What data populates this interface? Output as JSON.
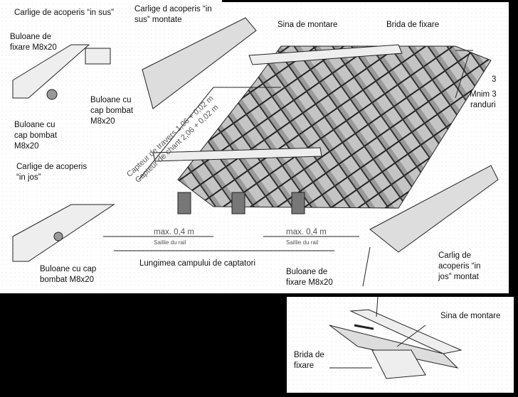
{
  "labels": {
    "hook_up": "Carlige de acoperis “in sus”",
    "hook_up_mounted": "Carlige d acoperis “in\nsus” montate",
    "bolts_fix_top": "Buloane de\nfixare M8x20",
    "bolts_dome_mid": "Buloane cu\ncap bombat\nM8x20",
    "bolts_dome_left": "Buloane cu\ncap bombat\nM8x20",
    "rail": "Sina de montare",
    "clamp": "Brida de fixare",
    "min_rows_num": "3",
    "min_rows": "Mnim 3\nranduri",
    "collector_h": "Capteur de travers 1,06 + 0,02 m",
    "collector_v": "Capteur de chant 2,06 + 0,02 m",
    "hook_down": "Carlige de acoperis\n“in jos”",
    "bolts_dome_bottom": "Buloane cu cap\nbombat M8x20",
    "max_left": "max. 0,4 m",
    "saillie_left": "Saillie du rail",
    "max_right": "max. 0,4 m",
    "saillie_right": "Saillie du rail",
    "field_length": "Lungimea campului de captatori",
    "bolts_fix_bottom": "Buloane de\nfixare M8x20",
    "hook_down_mounted": "Carlig de\nacoperis “in\njos” montat",
    "detail_rail": "Sina de montare",
    "detail_clamp": "Brida de\nfixare"
  }
}
